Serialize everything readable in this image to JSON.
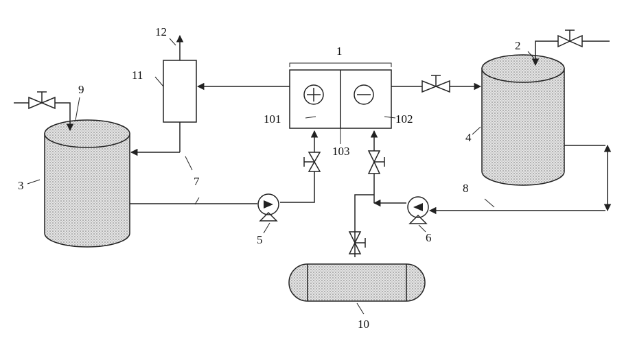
{
  "labels": {
    "cell": "1",
    "tank_right": "2",
    "tank_left": "3",
    "tank_right_body": "4",
    "pump_left": "5",
    "pump_right": "6",
    "pipe_left": "7",
    "pipe_right": "8",
    "tank_left_inlet": "9",
    "storage": "10",
    "separator": "11",
    "outlet": "12",
    "anode": "101",
    "cathode": "102",
    "membrane": "103"
  },
  "symbols": {
    "anode": "plus-icon",
    "cathode": "minus-icon"
  },
  "colors": {
    "line": "#222222",
    "fill": "#cfcfcf"
  }
}
